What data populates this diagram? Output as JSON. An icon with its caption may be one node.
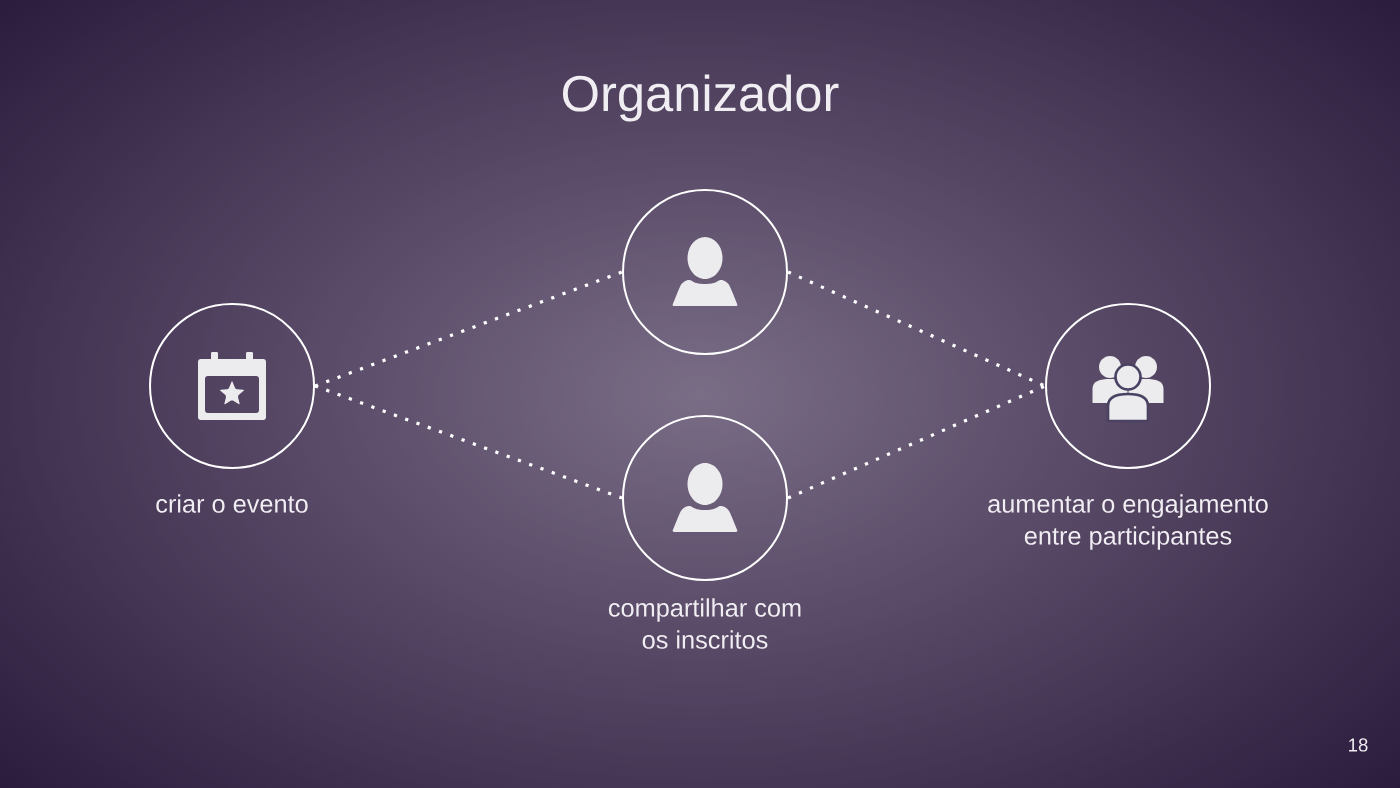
{
  "diagram": {
    "title": "Organizador",
    "nodes": [
      {
        "text": [],
        "shape": "circle",
        "beside": [
          "criar o evento"
        ]
      },
      {
        "text": [],
        "shape": "circle"
      },
      {
        "text": [],
        "shape": "circle",
        "beside": [
          "compartilhar com os inscritos"
        ]
      },
      {
        "text": [],
        "shape": "circle",
        "beside": [
          "aumentar o engajamento entre participantes"
        ]
      }
    ],
    "edges": [
      {
        "from": 0,
        "to": 1,
        "arrow": "none"
      },
      {
        "from": 0,
        "to": 2,
        "arrow": "none"
      },
      {
        "from": 1,
        "to": 3,
        "arrow": "none"
      },
      {
        "from": 2,
        "to": 3,
        "arrow": "none"
      }
    ],
    "labels": [
      "18"
    ]
  }
}
